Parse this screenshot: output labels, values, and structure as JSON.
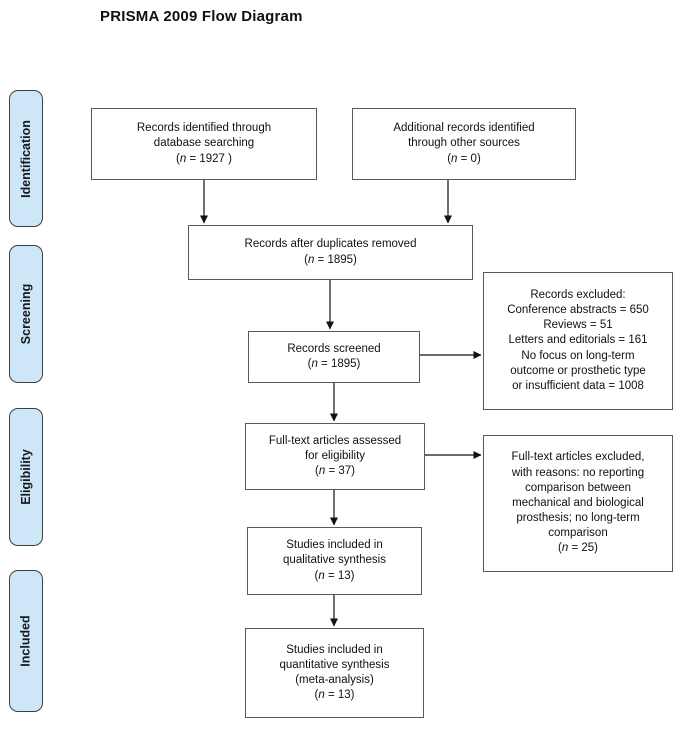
{
  "title": "PRISMA 2009 Flow Diagram",
  "sidebar": {
    "stages": [
      {
        "label": "Identification"
      },
      {
        "label": "Screening"
      },
      {
        "label": "Eligibility"
      },
      {
        "label": "Included"
      }
    ]
  },
  "flow": {
    "boxes": {
      "identified_database": {
        "lines": [
          "Records identified through",
          "database searching",
          "(n = 1927 )"
        ]
      },
      "identified_other": {
        "lines": [
          "Additional records identified",
          "through other sources",
          "(n = 0)"
        ]
      },
      "after_duplicates": {
        "lines": [
          "Records after duplicates removed",
          "(n = 1895)"
        ]
      },
      "screened": {
        "lines": [
          "Records screened",
          "(n = 1895)"
        ]
      },
      "records_excluded": {
        "lines": [
          "Records excluded:",
          "Conference abstracts = 650",
          "Reviews = 51",
          "Letters and editorials = 161",
          "No focus on long-term",
          "outcome or prosthetic type",
          "or insufficient data = 1008"
        ]
      },
      "fulltext_assessed": {
        "lines": [
          "Full-text articles assessed",
          "for eligibility",
          "(n = 37)"
        ]
      },
      "fulltext_excluded": {
        "lines": [
          "Full-text articles excluded,",
          "with reasons: no reporting",
          "comparison between",
          "mechanical and biological",
          "prosthesis; no long-term",
          "comparison",
          "(n = 25)"
        ]
      },
      "qualitative_synthesis": {
        "lines": [
          "Studies included in",
          "qualitative synthesis",
          "(n = 13)"
        ]
      },
      "quantitative_synthesis": {
        "lines": [
          "Studies included in",
          "quantitative synthesis",
          "(meta-analysis)",
          "(n = 13)"
        ]
      }
    }
  },
  "colors": {
    "stage_fill": "#cde7f8",
    "stage_border": "#3f3f3f",
    "box_border": "#595959",
    "arrow": "#111111"
  }
}
